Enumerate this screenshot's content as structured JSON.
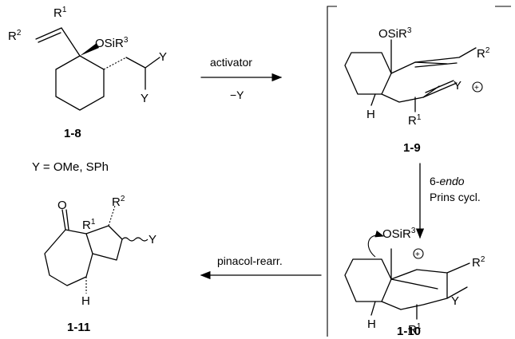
{
  "compounds": {
    "c1": {
      "id": "1-8"
    },
    "c2": {
      "id": "1-9"
    },
    "c3": {
      "id": "1-10"
    },
    "c4": {
      "id": "1-11"
    }
  },
  "substituents": {
    "r1": "R",
    "r1_sup": "1",
    "r2": "R",
    "r2_sup": "2",
    "osi": "OSiR",
    "osi_sup": "3",
    "y": "Y",
    "h": "H",
    "o": "O"
  },
  "y_definition": "Y = OMe, SPh",
  "steps": {
    "step1": {
      "above": "activator",
      "below": "−Y"
    },
    "step2": {
      "line1_pre": "6-",
      "line1_em": "endo",
      "line2": "Prins cycl."
    },
    "step3": {
      "label": "pinacol-rearr."
    }
  },
  "charge": "+"
}
